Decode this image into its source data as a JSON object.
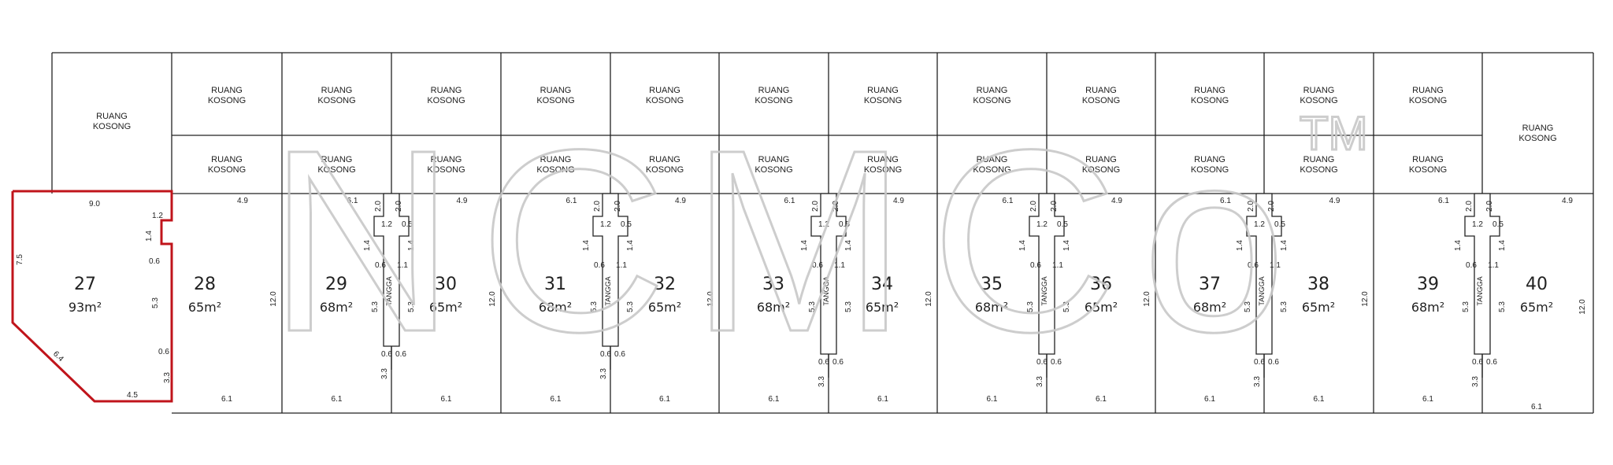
{
  "watermark": {
    "text": "NCMCo",
    "mark": "TM"
  },
  "empty_room_label": [
    "RUANG",
    "KOSONG"
  ],
  "stair_label": "TANGGA",
  "top_row": {
    "wide_left_rooms": 1,
    "wide_right_rooms": 1
  },
  "units": [
    {
      "id": "27",
      "area": "93m²",
      "highlighted": true
    },
    {
      "id": "28",
      "area": "65m²"
    },
    {
      "id": "29",
      "area": "68m²"
    },
    {
      "id": "30",
      "area": "65m²"
    },
    {
      "id": "31",
      "area": "68m²"
    },
    {
      "id": "32",
      "area": "65m²"
    },
    {
      "id": "33",
      "area": "68m²"
    },
    {
      "id": "34",
      "area": "65m²"
    },
    {
      "id": "35",
      "area": "68m²"
    },
    {
      "id": "36",
      "area": "65m²"
    },
    {
      "id": "37",
      "area": "68m²"
    },
    {
      "id": "38",
      "area": "65m²"
    },
    {
      "id": "39",
      "area": "68m²"
    },
    {
      "id": "40",
      "area": "65m²"
    }
  ],
  "dimensions": {
    "lot_depth": "12.0",
    "even_width": "4.9",
    "odd_width": "6.1",
    "bottom_width": "6.1",
    "stair_top": "2.0",
    "stair_upper": "1.2",
    "stair_side": "1.4",
    "stair_small": "0.5",
    "stair_step": "0.6",
    "stair_mid": "1.1",
    "stair_run": "5.3",
    "stair_bottom": "3.3",
    "unit27_top": "9.0",
    "unit27_left": "7.5",
    "unit27_diag": "6.4",
    "unit27_bottom": "4.5",
    "unit27_notch": "1.2",
    "unit27_notch_side": "1.4",
    "unit27_step": "0.6",
    "unit27_run": "5.3",
    "unit27_bottom_step": "3.3"
  },
  "colors": {
    "line": "#222222",
    "highlight": "#c0141b",
    "watermark": "#c8c8c8"
  }
}
